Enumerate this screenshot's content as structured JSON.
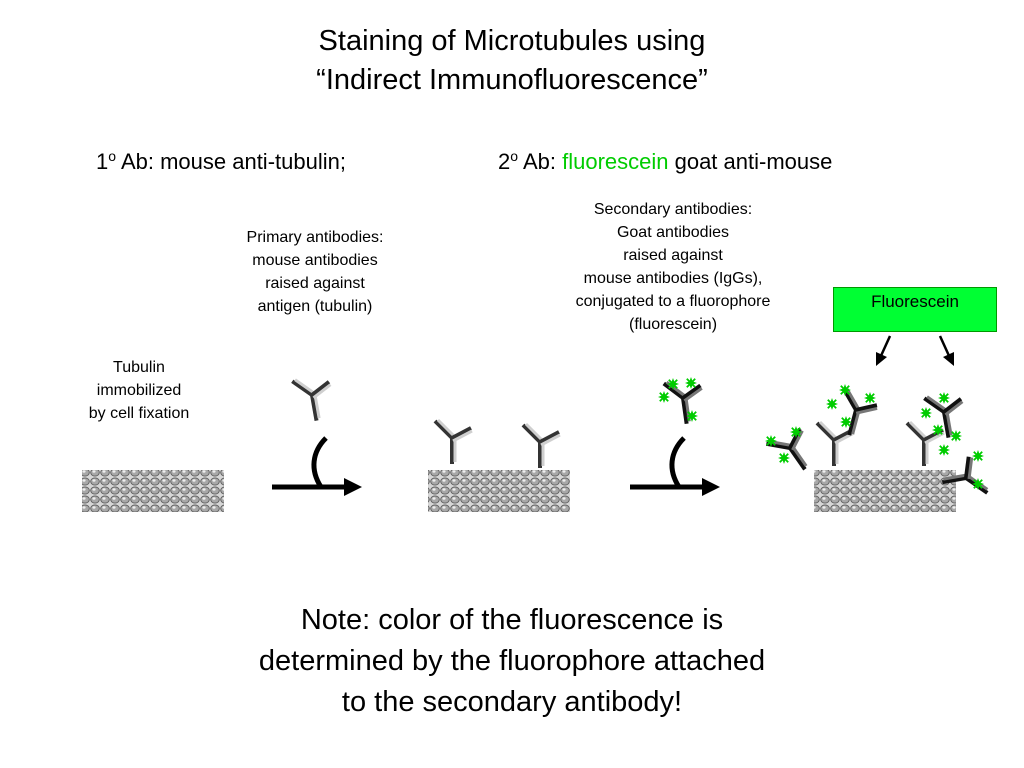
{
  "title": {
    "line1": "Staining of Microtubules using",
    "line2": "“Indirect Immunofluorescence”"
  },
  "primary_heading": {
    "number": "1",
    "sup": "o",
    "text": " Ab: mouse anti-tubulin;"
  },
  "secondary_heading": {
    "number": "2",
    "sup": "o",
    "prefix": " Ab: ",
    "highlight": "fluorescein",
    "suffix": " goat anti-mouse"
  },
  "primary_label": [
    "Primary antibodies:",
    "mouse antibodies",
    "raised against",
    "antigen (tubulin)"
  ],
  "secondary_label": [
    "Secondary antibodies:",
    "Goat antibodies",
    "raised against",
    "mouse antibodies (IgGs),",
    "conjugated to a fluorophore",
    "(fluorescein)"
  ],
  "tubulin_label": [
    "Tubulin",
    "immobilized",
    "by cell fixation"
  ],
  "fluorescein_box": "Fluorescein",
  "note": [
    "Note:  color of the fluorescence is",
    "determined by the fluorophore attached",
    "to the secondary antibody!"
  ],
  "colors": {
    "fluorophore": "#00cc00",
    "fluorescein_box": "#00ff33",
    "microtubule": "#9a9a9a",
    "arrow": "#000000"
  },
  "icons": [
    "microtubule-icon",
    "antibody-icon",
    "fluorophore-star-icon",
    "reaction-arrow-icon"
  ]
}
